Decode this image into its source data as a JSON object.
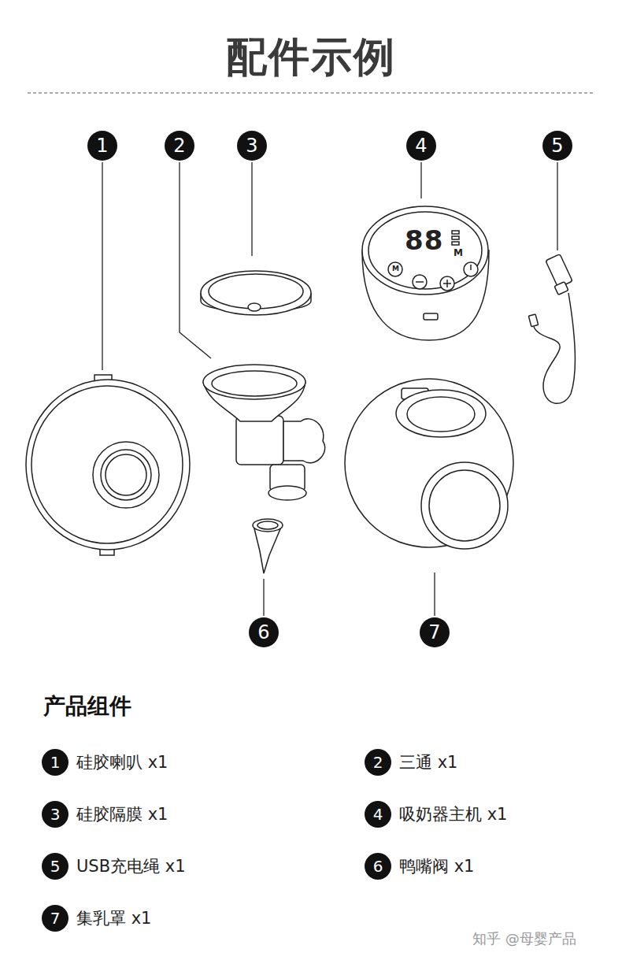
{
  "diagram": {
    "title": "配件示例",
    "nodes": [
      {
        "text": [
          "1"
        ]
      },
      {
        "text": [
          "2"
        ]
      },
      {
        "text": [
          "3"
        ]
      },
      {
        "text": [
          "4"
        ]
      },
      {
        "text": [
          "5"
        ]
      },
      {
        "text": [
          "6"
        ]
      },
      {
        "text": [
          "7"
        ]
      },
      {
        "text": [
          "1",
          "硅胶喇叭 x1"
        ]
      },
      {
        "text": [
          "2",
          "三通 x1"
        ]
      },
      {
        "text": [
          "3",
          "硅胶隔膜 x1"
        ]
      },
      {
        "text": [
          "4",
          "吸奶器主机 x1"
        ]
      },
      {
        "text": [
          "5",
          "USB充电绳 x1"
        ]
      },
      {
        "text": [
          "6",
          "鸭嘴阀 x1"
        ]
      },
      {
        "text": [
          "7",
          "集乳罩 x1"
        ]
      }
    ],
    "labels": [
      "产品组件",
      "88",
      "M",
      "M",
      "知乎 @母婴产品"
    ]
  }
}
